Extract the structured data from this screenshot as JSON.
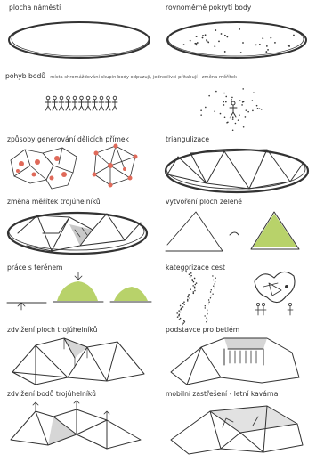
{
  "captions": {
    "plocha_namesti": "plocha náměstí",
    "rovnomerne": "rovnoměrně pokrytí body",
    "pohyb_title": "pohyb bodů",
    "pohyb_note": " - místa shromáždování skupin body odpuzují, jednotlivci přitahují - změna měřítek",
    "zpusoby": "způsoby generování dělicích přímek",
    "triangulizace": "triangulizace",
    "zmena_meritek": "změna měřítek trojúhelníků",
    "vytvoreni_zelene": "vytvoření ploch zeleně",
    "prace_terenem": "práce s terénem",
    "kategorizace": "kategorizace cest",
    "zdvizeni_ploch": "zdvižení ploch trojúhelníků",
    "podstavce": "podstavce pro betlém",
    "zdvizeni_bodu": "zdvižení bodů trojúhelníků",
    "mobilni": "mobilní zastřešení - letní kavárna"
  },
  "colors": {
    "ink": "#333333",
    "green": "#b8d26a",
    "red": "#e06a5a",
    "gray": "#bdbdbd"
  }
}
